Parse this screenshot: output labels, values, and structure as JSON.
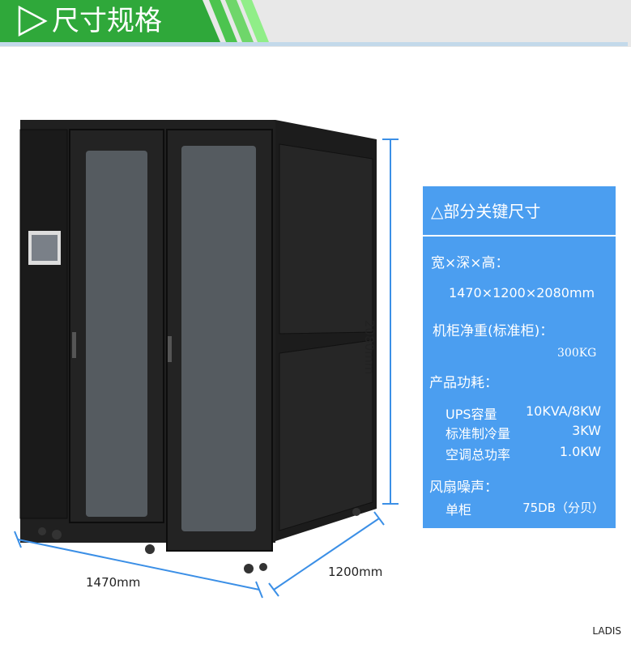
{
  "header": {
    "title": "尺寸规格"
  },
  "dimensions": {
    "width": "1470mm",
    "depth": "1200mm",
    "height": "2080mm"
  },
  "panel": {
    "title": "△部分关键尺寸",
    "size_label": "宽×深×高：",
    "size_value": "1470×1200×2080mm",
    "weight_label": "机柜净重(标准柜)：",
    "weight_value": "300KG",
    "power_label": "产品功耗：",
    "power_rows": [
      {
        "name": "UPS容量",
        "value": "10KVA/8KW"
      },
      {
        "name": "标准制冷量",
        "value": "3KW"
      },
      {
        "name": "空调总功率",
        "value": "1.0KW"
      }
    ],
    "noise_label": "风扇噪声：",
    "noise_row": {
      "name": "单柜",
      "value": "75DB（分贝）"
    }
  },
  "brand": "LADIS",
  "colors": {
    "green": "#2fa83a",
    "panel": "#4b9ef0",
    "dim_line": "#3b8fe6"
  }
}
